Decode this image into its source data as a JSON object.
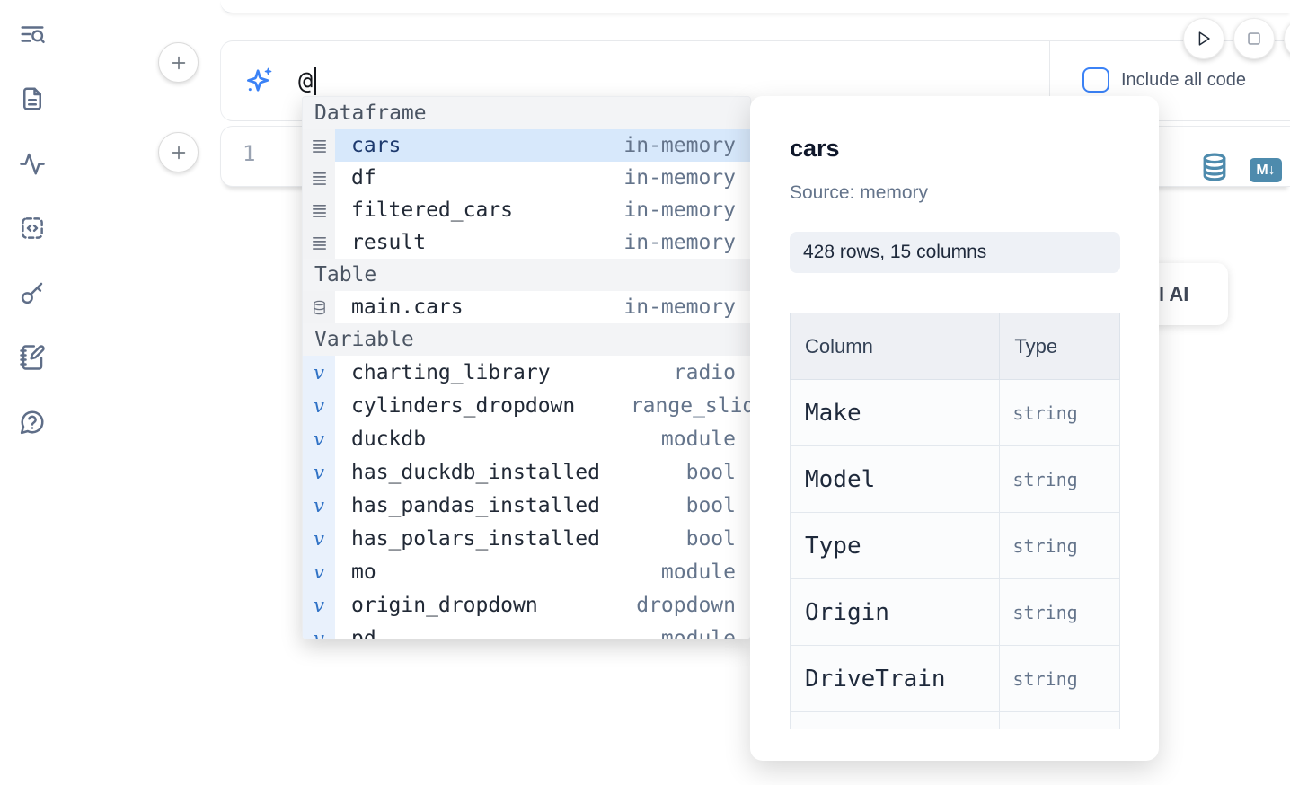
{
  "colors": {
    "accent_blue": "#3b82f6",
    "steel_blue": "#4e8bad",
    "selection_bg": "#d7e8fb",
    "sidebar_icon": "#5f6e88"
  },
  "sidebar": {
    "icons": [
      "text-search",
      "file-text",
      "activity",
      "code-square-dashed",
      "key",
      "notebook-pen",
      "help-chat"
    ]
  },
  "ai_prompt": {
    "value": "@",
    "include_all_code": "Include all code"
  },
  "cells": {
    "line_number": "1",
    "markdown_badge": "M↓"
  },
  "ai_button": {
    "visible_label": "l AI"
  },
  "completion": {
    "sections": [
      {
        "label": "Dataframe",
        "items": [
          {
            "name": "cars",
            "type": "in-memory"
          },
          {
            "name": "df",
            "type": "in-memory"
          },
          {
            "name": "filtered_cars",
            "type": "in-memory"
          },
          {
            "name": "result",
            "type": "in-memory"
          }
        ]
      },
      {
        "label": "Table",
        "items": [
          {
            "name": "main.cars",
            "type": "in-memory"
          }
        ]
      },
      {
        "label": "Variable",
        "items": [
          {
            "name": "charting_library",
            "type": "radio"
          },
          {
            "name": "cylinders_dropdown",
            "type": "range_slider"
          },
          {
            "name": "duckdb",
            "type": "module"
          },
          {
            "name": "has_duckdb_installed",
            "type": "bool"
          },
          {
            "name": "has_pandas_installed",
            "type": "bool"
          },
          {
            "name": "has_polars_installed",
            "type": "bool"
          },
          {
            "name": "mo",
            "type": "module"
          },
          {
            "name": "origin_dropdown",
            "type": "dropdown"
          },
          {
            "name": "pd",
            "type": "module"
          }
        ]
      }
    ]
  },
  "preview": {
    "title": "cars",
    "source": "Source: memory",
    "shape": "428 rows, 15 columns",
    "table": {
      "headers": [
        "Column",
        "Type"
      ],
      "rows": [
        [
          "Make",
          "string"
        ],
        [
          "Model",
          "string"
        ],
        [
          "Type",
          "string"
        ],
        [
          "Origin",
          "string"
        ],
        [
          "DriveTrain",
          "string"
        ]
      ]
    }
  }
}
